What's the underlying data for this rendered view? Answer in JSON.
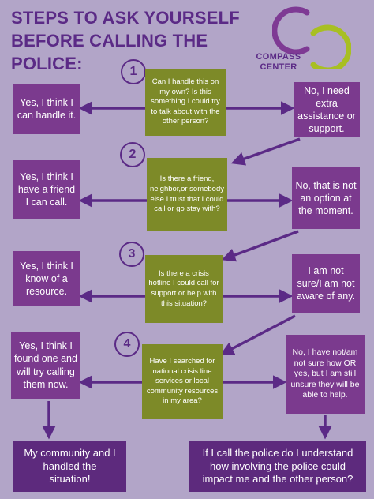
{
  "title": {
    "line1": "STEPS TO ASK YOURSELF",
    "line2": "BEFORE CALLING THE",
    "line3": "POLICE:"
  },
  "logo": {
    "line1": "COMPASS",
    "line2": "CENTER"
  },
  "steps": [
    {
      "number": "1",
      "question": "Can I handle this on my own? Is this something I could try to talk about with the other person?",
      "yes": "Yes, I think I can handle it.",
      "no": "No, I need extra assistance or support."
    },
    {
      "number": "2",
      "question": "Is there a friend, neighbor,or somebody else I trust that I could call or go stay with?",
      "yes": "Yes, I think I have a friend I can call.",
      "no": "No, that is not an option at the moment."
    },
    {
      "number": "3",
      "question": "Is there a crisis hotline I could call for support or help with this situation?",
      "yes": "Yes, I think I know of a resource.",
      "no": "I am not sure/I am not aware of any."
    },
    {
      "number": "4",
      "question": "Have I searched for national crisis line services or local community resources in my area?",
      "yes": "Yes, I think I found one and will try calling them now.",
      "no": "No, I have not/am not sure how OR yes, but I am still unsure they will be able to help."
    }
  ],
  "outcome_yes": "My community and I handled the situation!",
  "outcome_no": "If I call the police do I understand how involving the police could impact me and the other person?",
  "colors": {
    "background": "#b2a5c8",
    "title": "#5b2a86",
    "box_purple": "#7b3a8e",
    "box_green": "#7d8a28",
    "box_dark": "#5d2a7d",
    "arrow": "#5b2a86",
    "logo_lime": "#a8bf22",
    "logo_purple": "#7e3a94"
  }
}
